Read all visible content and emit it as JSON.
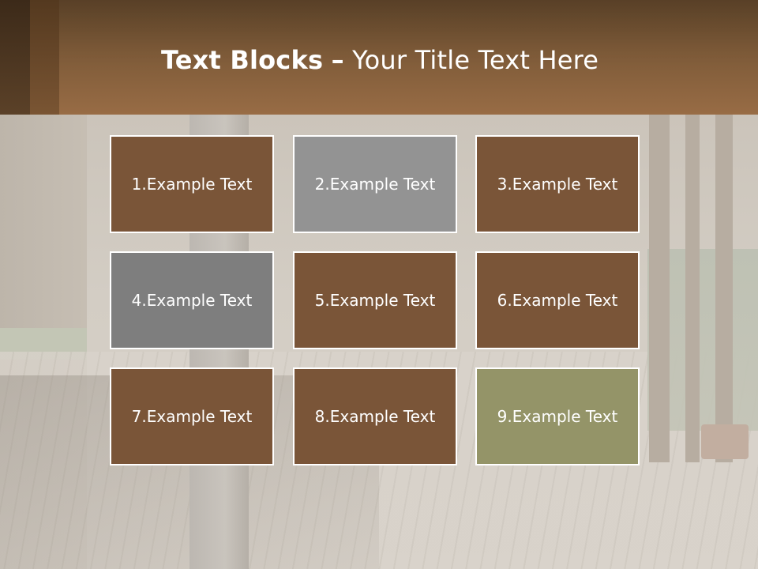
{
  "slide": {
    "title_bold": "Text Blocks",
    "title_dash": "–",
    "title_rest": "Your Title Text Here"
  },
  "blocks": [
    {
      "label": "1.Example Text",
      "color": "#7a5538"
    },
    {
      "label": "2.Example Text",
      "color": "#939393"
    },
    {
      "label": "3.Example Text",
      "color": "#7a5538"
    },
    {
      "label": "4.Example Text",
      "color": "#7e7e7e"
    },
    {
      "label": "5.Example Text",
      "color": "#7a5538"
    },
    {
      "label": "6.Example Text",
      "color": "#7a5538"
    },
    {
      "label": "7.Example Text",
      "color": "#7a5538"
    },
    {
      "label": "8.Example Text",
      "color": "#7a5538"
    },
    {
      "label": "9.Example Text",
      "color": "#949468"
    }
  ],
  "colors": {
    "header_brown": "#8b6340",
    "block_brown": "#7a5538",
    "block_gray_light": "#939393",
    "block_gray_dark": "#7e7e7e",
    "block_olive": "#949468",
    "block_border": "#ffffff"
  }
}
